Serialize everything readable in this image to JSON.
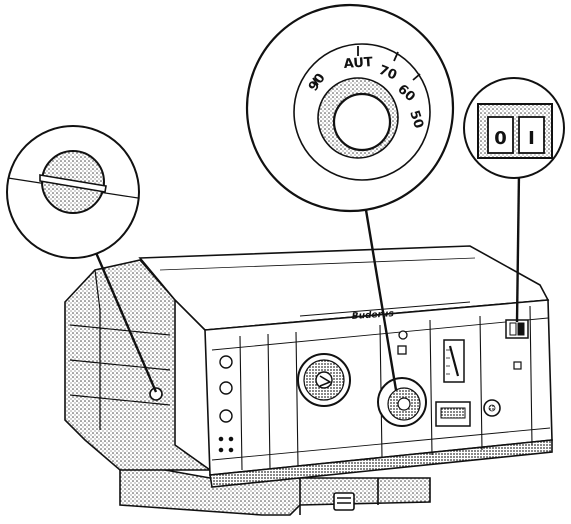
{
  "dial": {
    "labels": [
      "90",
      "AUT",
      "70",
      "60",
      "50"
    ]
  },
  "switch": {
    "off_label": "0",
    "on_label": "I"
  },
  "panel": {
    "brand": "Buderus"
  },
  "colors": {
    "ink": "#111111",
    "paper": "#ffffff",
    "stipple": "#bdbdbd"
  }
}
